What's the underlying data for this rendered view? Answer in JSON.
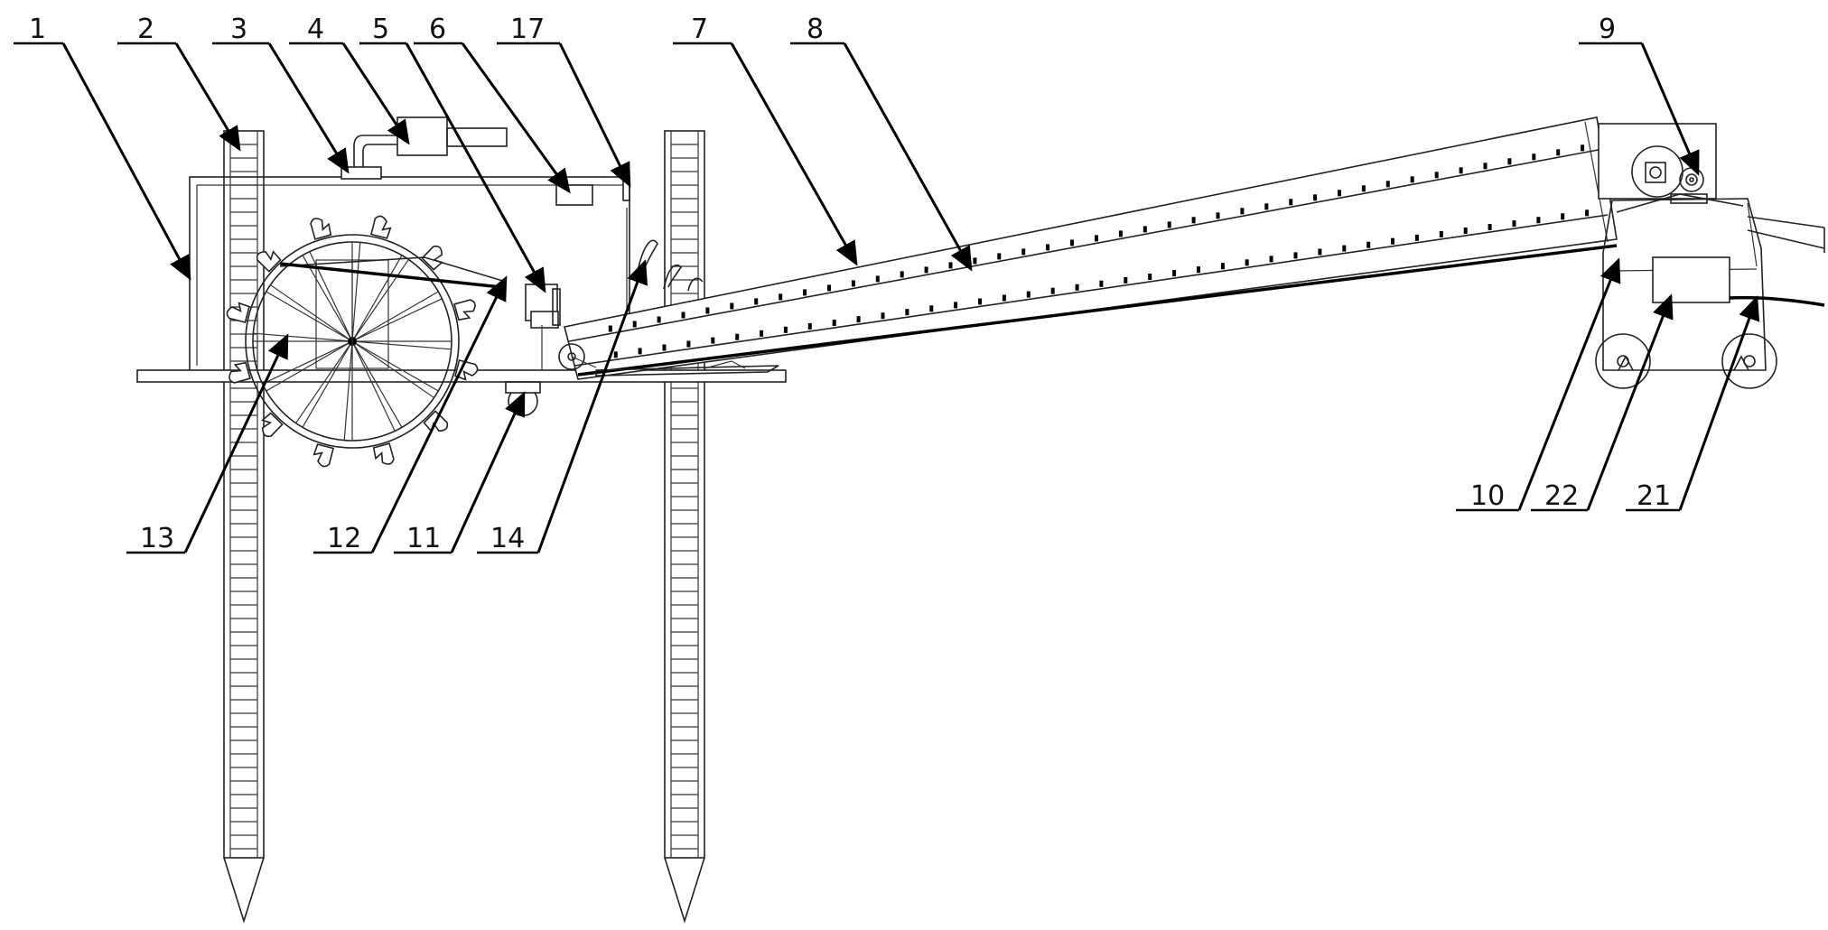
{
  "labels": [
    {
      "id": "1",
      "text": "1"
    },
    {
      "id": "2",
      "text": "2"
    },
    {
      "id": "3",
      "text": "3"
    },
    {
      "id": "4",
      "text": "4"
    },
    {
      "id": "5",
      "text": "5"
    },
    {
      "id": "6",
      "text": "6"
    },
    {
      "id": "17",
      "text": "17"
    },
    {
      "id": "7",
      "text": "7"
    },
    {
      "id": "8",
      "text": "8"
    },
    {
      "id": "9",
      "text": "9"
    },
    {
      "id": "13",
      "text": "13"
    },
    {
      "id": "12",
      "text": "12"
    },
    {
      "id": "11",
      "text": "11"
    },
    {
      "id": "14",
      "text": "14"
    },
    {
      "id": "10",
      "text": "10"
    },
    {
      "id": "22",
      "text": "22"
    },
    {
      "id": "21",
      "text": "21"
    }
  ]
}
